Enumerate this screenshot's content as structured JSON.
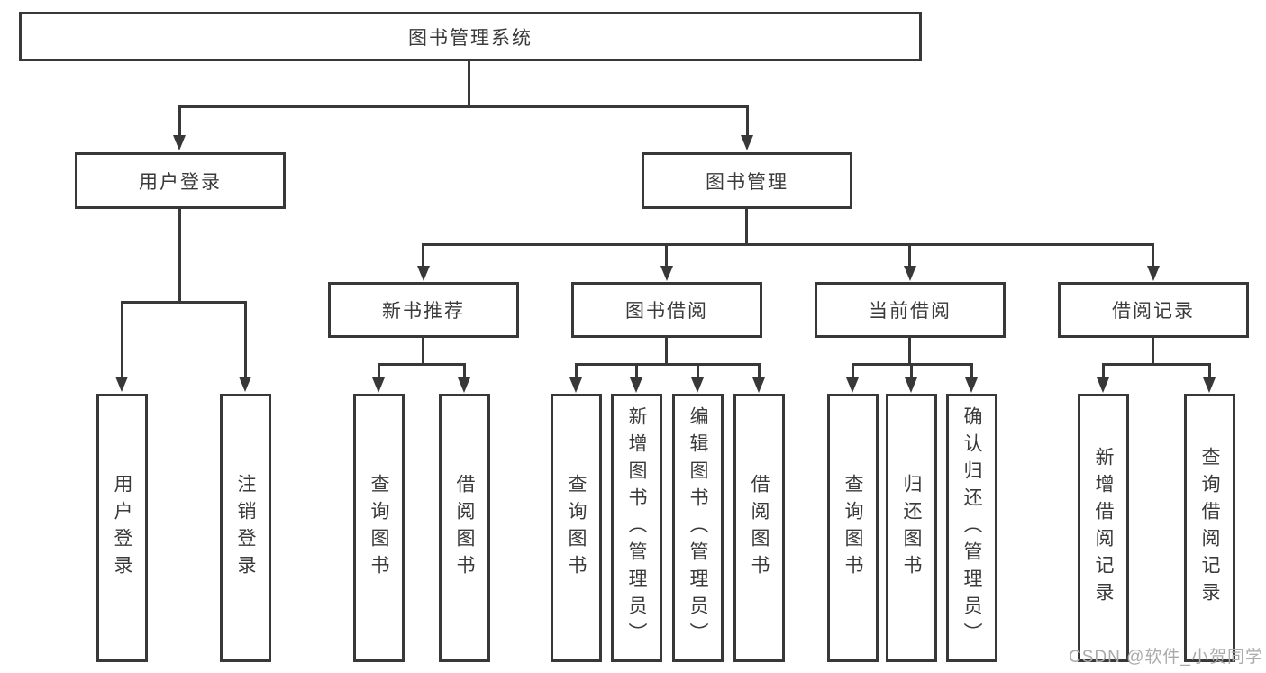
{
  "diagram": {
    "root": {
      "label": "图书管理系统"
    },
    "branches": [
      {
        "label": "用户登录",
        "children": [
          {
            "label": "用户登录"
          },
          {
            "label": "注销登录"
          }
        ]
      },
      {
        "label": "图书管理",
        "children": [
          {
            "label": "新书推荐",
            "children": [
              {
                "label": "查询图书"
              },
              {
                "label": "借阅图书"
              }
            ]
          },
          {
            "label": "图书借阅",
            "children": [
              {
                "label": "查询图书"
              },
              {
                "label": "新增图书（管理员）"
              },
              {
                "label": "编辑图书（管理员）"
              },
              {
                "label": "借阅图书"
              }
            ]
          },
          {
            "label": "当前借阅",
            "children": [
              {
                "label": "查询图书"
              },
              {
                "label": "归还图书"
              },
              {
                "label": "确认归还（管理员）"
              }
            ]
          },
          {
            "label": "借阅记录",
            "children": [
              {
                "label": "新增借阅记录"
              },
              {
                "label": "查询借阅记录"
              }
            ]
          }
        ]
      }
    ]
  },
  "watermark": "CSDN @软件_小贺同学",
  "colors": {
    "line": "#383838",
    "text": "#3a3a3a",
    "background": "#ffffff",
    "watermark": "#ababab"
  }
}
